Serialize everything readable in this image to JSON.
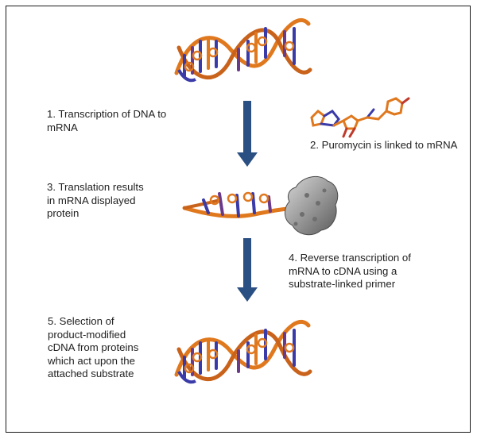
{
  "steps": {
    "step1": "1. Transcription of DNA to\nmRNA",
    "step2": "2. Puromycin is linked to mRNA",
    "step3": "3. Translation results\nin mRNA displayed\nprotein",
    "step4": "4.  Reverse transcription of\nmRNA to cDNA using a\nsubstrate-linked primer",
    "step5": "5.  Selection of\nproduct-modified\ncDNA from proteins\nwhich act upon the\nattached substrate"
  },
  "colors": {
    "backbone": "#e0781e",
    "backbone_dark": "#b8561a",
    "base_blue": "#3a3aa8",
    "base_purple": "#6a3a8a",
    "arrow": "#2a4f82",
    "protein": "#8c8c8c",
    "frame": "#1a1a1a"
  },
  "icons": [
    "dna-double-helix",
    "puromycin-molecule",
    "mrna-protein-complex",
    "down-arrow"
  ]
}
